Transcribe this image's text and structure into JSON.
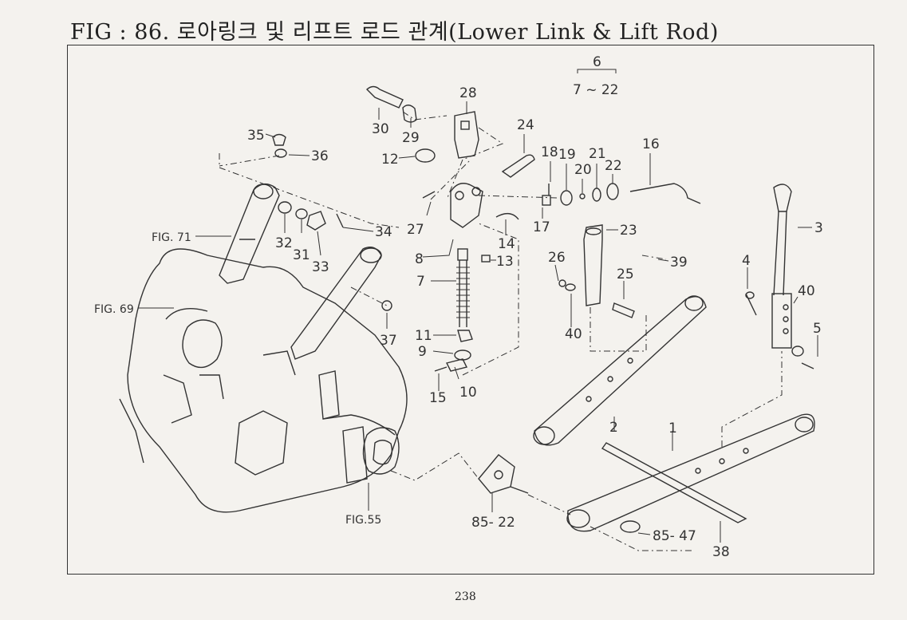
{
  "title": "FIG : 86. 로아링크 및 리프트 로드 관계(Lower Link & Lift Rod)",
  "page_number": "238",
  "group_label": {
    "top": "6",
    "range": "7 ~ 22"
  },
  "figure_refs": {
    "fig71": "FIG. 71",
    "fig69": "FIG. 69",
    "fig55": "FIG.55"
  },
  "part_labels": {
    "p1": "1",
    "p2": "2",
    "p3": "3",
    "p4": "4",
    "p5": "5",
    "p7": "7",
    "p8": "8",
    "p9": "9",
    "p10": "10",
    "p11": "11",
    "p12": "12",
    "p13": "13",
    "p14": "14",
    "p15": "15",
    "p16": "16",
    "p17": "17",
    "p18": "18",
    "p19": "19",
    "p20": "20",
    "p21": "21",
    "p22": "22",
    "p23": "23",
    "p24": "24",
    "p25": "25",
    "p26": "26",
    "p27": "27",
    "p28": "28",
    "p29": "29",
    "p30": "30",
    "p31": "31",
    "p32": "32",
    "p33": "33",
    "p34": "34",
    "p35": "35",
    "p36": "36",
    "p37": "37",
    "p38": "38",
    "p39": "39",
    "p40a": "40",
    "p40b": "40",
    "p85_22": "85- 22",
    "p85_47": "85- 47"
  }
}
